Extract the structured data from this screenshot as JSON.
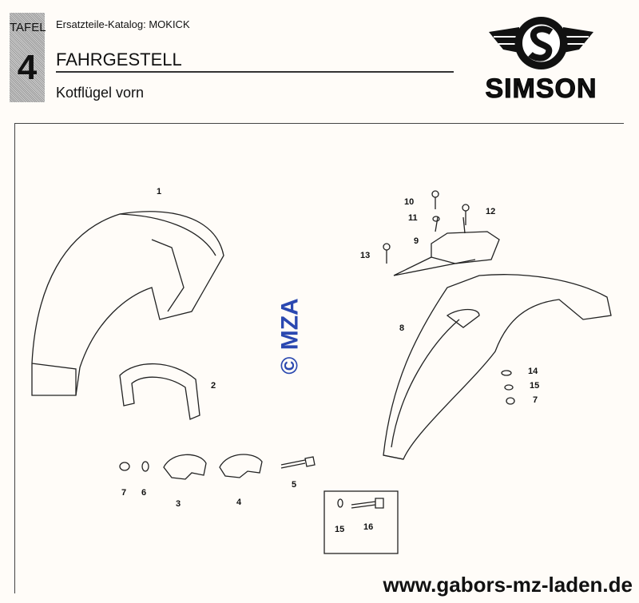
{
  "header": {
    "tafel_label": "TAFEL",
    "tafel_number": "4",
    "catalog": "Ersatzteile-Katalog: MOKICK",
    "section": "FAHRGESTELL",
    "subtitle": "Kotflügel vorn",
    "brand": "SIMSON"
  },
  "diagram": {
    "watermark": "© MZA",
    "part_labels": [
      "1",
      "2",
      "3",
      "4",
      "5",
      "6",
      "7",
      "8",
      "9",
      "10",
      "11",
      "12",
      "13",
      "14",
      "15",
      "7",
      "15",
      "16"
    ]
  },
  "footer": {
    "url": "www.gabors-mz-laden.de"
  },
  "colors": {
    "watermark": "#2a48b0",
    "background": "#fffcf8"
  }
}
